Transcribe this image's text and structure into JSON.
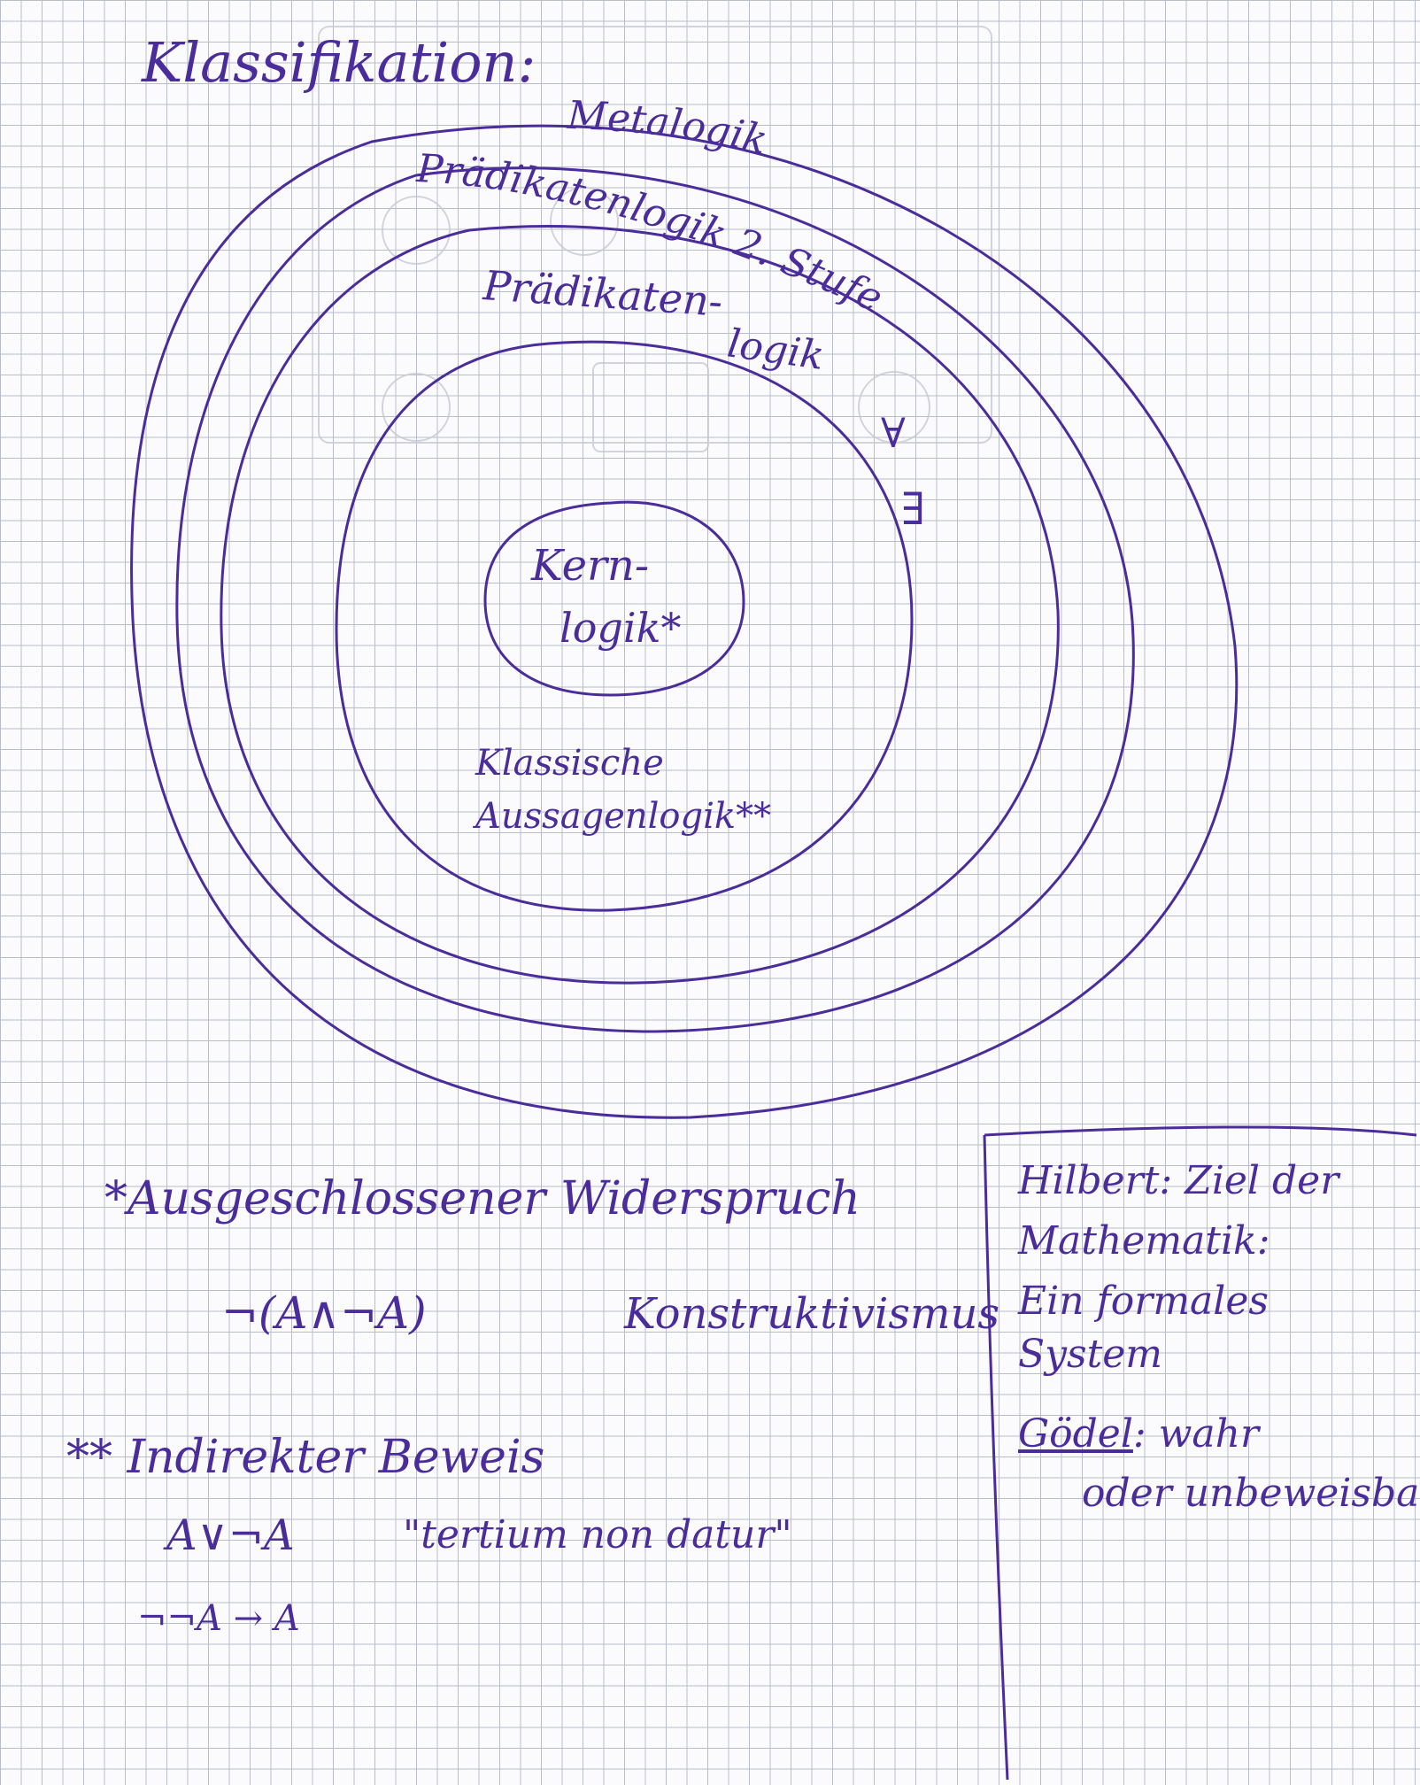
{
  "title": "Klassifikation:",
  "rings": {
    "metalogik": "Metalogik",
    "pl2": "Prädikatenlogik 2. Stufe",
    "pradikaten_top": "Prädikaten-",
    "pradikaten_bottom": "logik",
    "forall": "∀",
    "exists": "∃",
    "klassische_1": "Klassische",
    "klassische_2": "Aussagenlogik**",
    "kern_1": "Kern-",
    "kern_2": "logik*"
  },
  "footnote1": {
    "label": "*Ausgeschlossener Widerspruch",
    "formula": "¬(A∧¬A)",
    "side": "Konstruktivismus"
  },
  "footnote2": {
    "label": "**  Indirekter Beweis",
    "formula1": "A∨¬A",
    "quote": "\"tertium non datur\"",
    "formula2": "¬¬A → A"
  },
  "side_note": {
    "line1": "Hilbert: Ziel der",
    "line2": "Mathematik:",
    "line3": "Ein formales",
    "line4": "System",
    "goedel": "Gödel",
    "line5_rest": ": wahr",
    "line6": "oder unbeweisbar"
  },
  "colors": {
    "ink": "#4a2c9a",
    "grid": "#b9bcc9",
    "paper": "#fbfbfd"
  }
}
